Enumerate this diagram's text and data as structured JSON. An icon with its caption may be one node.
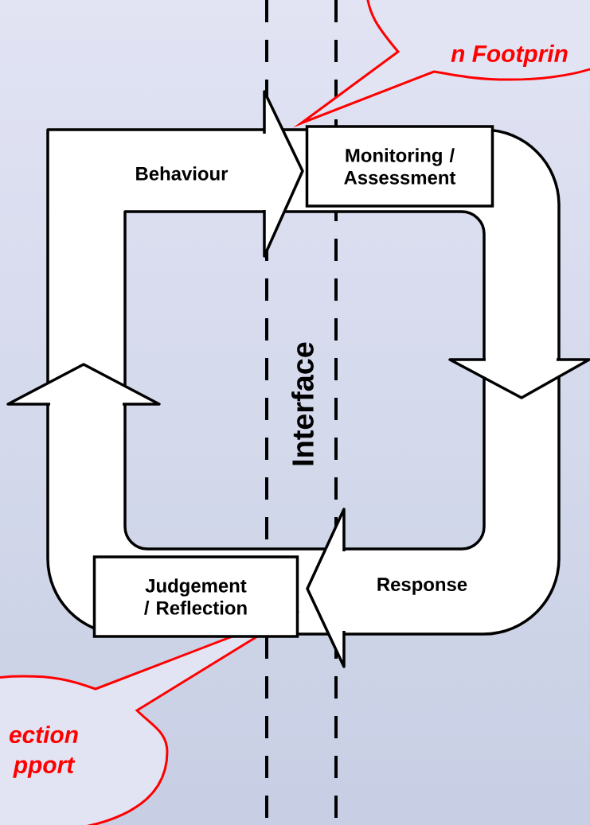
{
  "diagram": {
    "nodes": [
      {
        "text": [
          "n Footprin"
        ]
      },
      {
        "text": [
          "Monitoring / Assessment"
        ]
      },
      {
        "text": [
          "Judgement / Reflection"
        ]
      },
      {
        "text": [
          "ection pport"
        ]
      }
    ],
    "labels": [
      "Behaviour",
      "Interface",
      "Response"
    ]
  }
}
